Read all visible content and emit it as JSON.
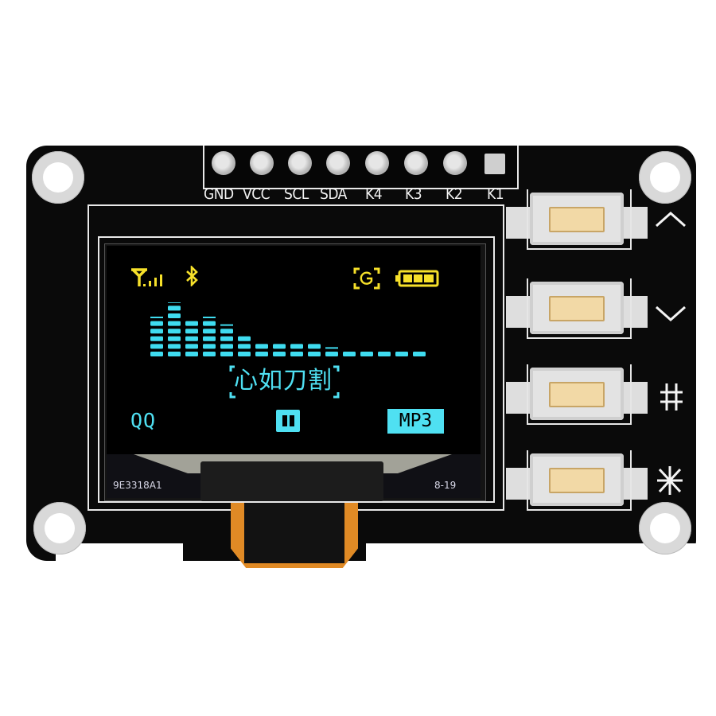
{
  "device": {
    "type": "OLED display module with 4 tactile buttons",
    "pcb_color": "#0a0a0a",
    "silkscreen_color": "#f2f2f2"
  },
  "header_pins": [
    {
      "label": "GND",
      "shape": "round"
    },
    {
      "label": "VCC",
      "shape": "round"
    },
    {
      "label": "SCL",
      "shape": "round"
    },
    {
      "label": "SDA",
      "shape": "round"
    },
    {
      "label": "K4",
      "shape": "round"
    },
    {
      "label": "K3",
      "shape": "round"
    },
    {
      "label": "K2",
      "shape": "round"
    },
    {
      "label": "K1",
      "shape": "square"
    }
  ],
  "buttons": [
    {
      "label": "^",
      "name": "up",
      "symbol": "chevron-up"
    },
    {
      "label": "v",
      "name": "down",
      "symbol": "chevron-down"
    },
    {
      "label": "#",
      "name": "hash",
      "symbol": "#"
    },
    {
      "label": "*",
      "name": "star",
      "symbol": "✱"
    }
  ],
  "screen": {
    "status_bar": {
      "left_icons": [
        "signal-icon",
        "bluetooth-icon"
      ],
      "right_icons": [
        "g-sensor-icon",
        "battery-icon"
      ],
      "bluetooth_glyph": "✻",
      "battery_bars": 3,
      "color": "#f6e02a"
    },
    "spectrum": {
      "color": "#3fdcf0",
      "columns": 16,
      "bar_segments": [
        5,
        7,
        5,
        5,
        4,
        3,
        2,
        2,
        2,
        2,
        1,
        1,
        1,
        1,
        1,
        1
      ],
      "peak_caps": [
        true,
        true,
        false,
        true,
        true,
        false,
        false,
        false,
        false,
        false,
        true,
        false,
        false,
        false,
        false,
        false
      ]
    },
    "song_title": "心如刀割",
    "source_label": "QQ",
    "playback_state": "paused",
    "format_badge": "MP3",
    "accent_color": "#4fe0f2"
  },
  "glass_markings": {
    "left_code": "9E3318A1",
    "right_code": "8-19"
  }
}
